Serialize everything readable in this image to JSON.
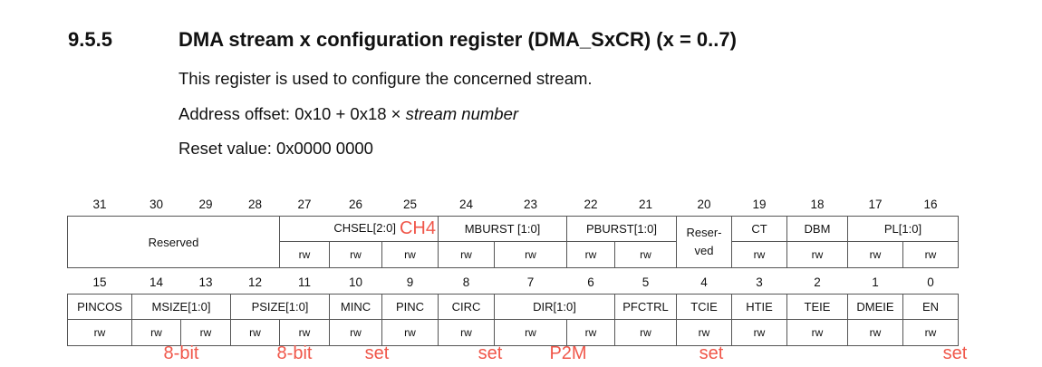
{
  "section": {
    "number": "9.5.5",
    "title": "DMA stream x configuration register (DMA_SxCR) (x = 0..7)"
  },
  "description": "This register is used to configure the concerned stream.",
  "address_offset": {
    "label": "Address offset: 0x10 + 0x18 × ",
    "italic": "stream number"
  },
  "reset_value": "Reset value: 0x0000 0000",
  "upper": {
    "bits": [
      "31",
      "30",
      "29",
      "28",
      "27",
      "26",
      "25",
      "24",
      "23",
      "22",
      "21",
      "20",
      "19",
      "18",
      "17",
      "16"
    ],
    "fields": {
      "reserved": "Reserved",
      "chsel": "CHSEL[2:0]",
      "chsel_note": "CH4",
      "mburst": "MBURST [1:0]",
      "pburst": "PBURST[1:0]",
      "reserved2_a": "Reser-",
      "reserved2_b": "ved",
      "ct": "CT",
      "dbm": "DBM",
      "pl": "PL[1:0]"
    },
    "access": "rw"
  },
  "lower": {
    "bits": [
      "15",
      "14",
      "13",
      "12",
      "11",
      "10",
      "9",
      "8",
      "7",
      "6",
      "5",
      "4",
      "3",
      "2",
      "1",
      "0"
    ],
    "fields": [
      "PINCOS",
      "MSIZE[1:0]",
      "PSIZE[1:0]",
      "MINC",
      "PINC",
      "CIRC",
      "DIR[1:0]",
      "PFCTRL",
      "TCIE",
      "HTIE",
      "TEIE",
      "DMEIE",
      "EN"
    ],
    "access": "rw"
  },
  "annotations": [
    "8-bit",
    "8-bit",
    "set",
    "set",
    "P2M",
    "set",
    "set"
  ],
  "colors": {
    "annotation": "#f0574a",
    "border": "#555555"
  }
}
